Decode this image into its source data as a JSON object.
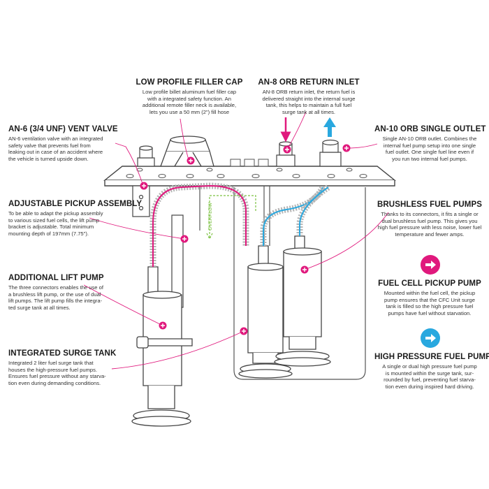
{
  "colors": {
    "pink": "#e0197d",
    "blue": "#29a8df",
    "green": "#7cc242",
    "line": "#4a4a4a"
  },
  "callouts": {
    "filler_cap": {
      "title": "LOW PROFILE FILLER CAP",
      "lines": [
        "Low profile billet aluminum fuel filler cap",
        "with a integrated safety function. An",
        "additional remote filler neck is available,",
        "lets you use a 50 mm (2\") fill hose"
      ]
    },
    "return_inlet": {
      "title": "AN-8 ORB RETURN INLET",
      "lines": [
        "AN-8 ORB return inlet, the return fuel is",
        "delivered straight into the internal surge",
        "tank, this helps to maintain a full fuel",
        "surge tank at all times."
      ]
    },
    "vent_valve": {
      "title": "AN-6 (3/4 UNF) VENT VALVE",
      "lines": [
        "AN-6 ventilation valve with an integrated",
        "safety valve that prevents fuel from",
        "leaking out in case of an accident where",
        "the vehicle is turned upside down."
      ]
    },
    "single_outlet": {
      "title": "AN-10 ORB SINGLE OUTLET",
      "lines": [
        "Single AN-10 ORB outlet. Combines the",
        "internal fuel pump setup into one single",
        "fuel outlet. One single fuel line even if",
        "you run two internal fuel pumps."
      ]
    },
    "pickup_assembly": {
      "title": "ADJUSTABLE PICKUP ASSEMBLY",
      "lines": [
        "To be able to adapt the pickup assembly",
        "to various sized fuel cells, the lift pump",
        "bracket is adjustable. Total minimum",
        "mounting depth of 197mm (7.75\")."
      ]
    },
    "brushless_pumps": {
      "title": "BRUSHLESS FUEL PUMPS",
      "lines": [
        "Thanks to its connectors, it fits a single or",
        "dual brushless fuel pump. This gives you",
        "high fuel pressure with less noise, lower fuel",
        "temperature and fewer amps."
      ]
    },
    "lift_pump": {
      "title": "ADDITIONAL LIFT PUMP",
      "lines": [
        "The three connectors enables the use of",
        "a brushless lift pump, or the use of dual",
        "lift pumps. The lift pump fills the integra-",
        "ted surge tank at all times."
      ]
    },
    "surge_tank": {
      "title": "INTEGRATED SURGE TANK",
      "lines": [
        "Integrated 2 liter fuel surge tank that",
        "houses the high-pressure fuel pumps.",
        "Ensures fuel pressure without any starva-",
        "tion even during demanding conditions."
      ]
    },
    "pickup_pump": {
      "title": "FUEL CELL PICKUP PUMP",
      "lines": [
        "Mounted within the fuel cell, the pickup",
        "pump ensures that the CFC Unit surge",
        "tank is filled so the high pressure fuel",
        "pumps have fuel without starvation."
      ]
    },
    "hp_pumps": {
      "title": "HIGH PRESSURE FUEL PUMPS",
      "lines": [
        "A single or dual high pressure fuel pump",
        "is mounted within the surge tank, sur-",
        "rounded by fuel, preventing fuel starva-",
        "tion even during inspired hard driving."
      ]
    }
  },
  "diagram": {
    "overflow_label": "OVERFLOW"
  },
  "icons": {
    "pink_legend": "arrow-right-icon",
    "blue_legend": "arrow-right-icon",
    "marker": "plus-marker-icon"
  }
}
